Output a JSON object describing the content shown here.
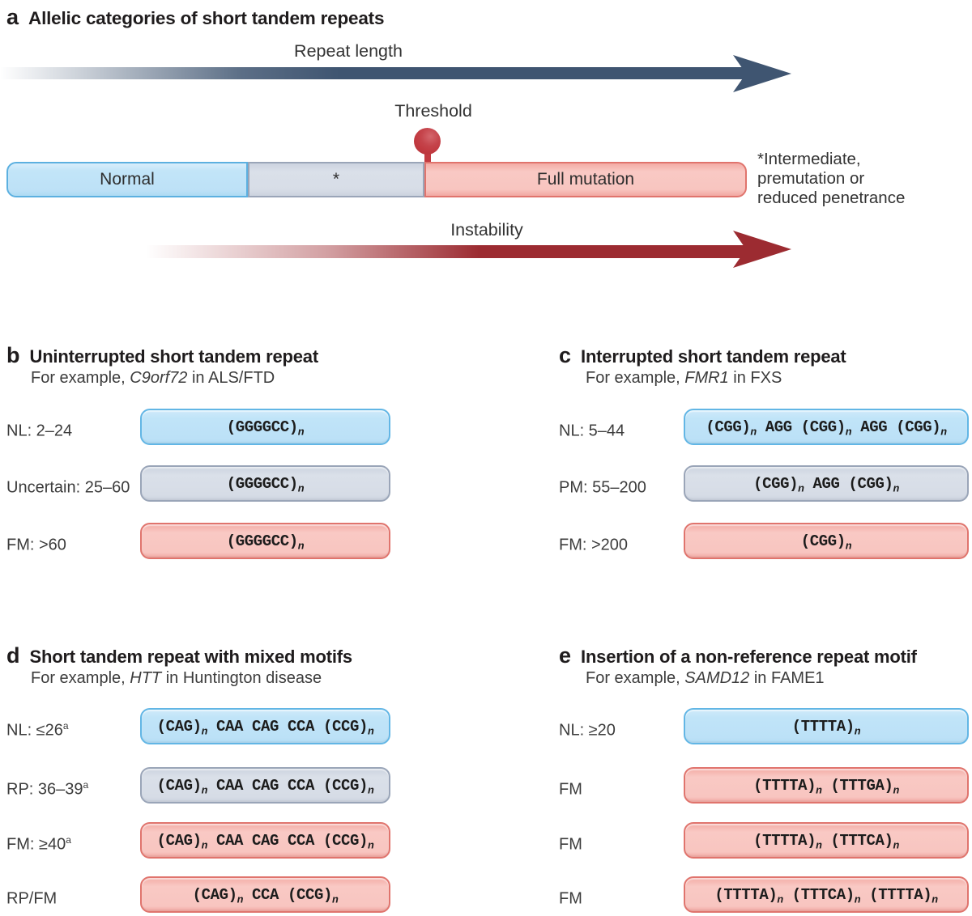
{
  "panel_a": {
    "letter": "a",
    "title": "Allelic categories of short tandem repeats",
    "repeat_length_label": "Repeat length",
    "threshold_label": "Threshold",
    "instability_label": "Instability",
    "bar": {
      "normal_label": "Normal",
      "uncertain_label": "*",
      "full_mutation_label": "Full mutation"
    },
    "note_lines": [
      "*Intermediate,",
      "premutation or",
      "reduced penetrance"
    ],
    "colors": {
      "repeat_length_arrow": "#3f5571",
      "instability_arrow": "#9c2b31",
      "threshold_pin": "#c23a41",
      "normal_fill": "#c0e4f8",
      "normal_border": "#5cb0e0",
      "uncertain_fill": "#d7dde7",
      "uncertain_border": "#9aa5b8",
      "full_mutation_fill": "#f8c5c0",
      "full_mutation_border": "#e0746d"
    }
  },
  "panels": [
    {
      "letter": "b",
      "title": "Uninterrupted short tandem repeat",
      "example": {
        "prefix": "For example, ",
        "gene": "C9orf72",
        "suffix": " in ALS/FTD"
      },
      "rows": [
        {
          "label": "NL: 2–24",
          "sup": "",
          "motif": "(GGGGCC)_n",
          "color": "blue"
        },
        {
          "label": "Uncertain: 25–60",
          "sup": "",
          "motif": "(GGGGCC)_n",
          "color": "gray"
        },
        {
          "label": "FM: >60",
          "sup": "",
          "motif": "(GGGGCC)_n",
          "color": "red"
        }
      ]
    },
    {
      "letter": "c",
      "title": "Interrupted short tandem repeat",
      "example": {
        "prefix": "For example, ",
        "gene": "FMR1",
        "suffix": " in FXS"
      },
      "rows": [
        {
          "label": "NL: 5–44",
          "sup": "",
          "motif": "(CGG)_n AGG (CGG)_n AGG (CGG)_n",
          "color": "blue"
        },
        {
          "label": "PM: 55–200",
          "sup": "",
          "motif": "(CGG)_n AGG (CGG)_n",
          "color": "gray"
        },
        {
          "label": "FM: >200",
          "sup": "",
          "motif": "(CGG)_n",
          "color": "red"
        }
      ]
    },
    {
      "letter": "d",
      "title": "Short tandem repeat with mixed motifs",
      "example": {
        "prefix": "For example, ",
        "gene": "HTT",
        "suffix": " in Huntington disease"
      },
      "rows": [
        {
          "label": "NL: ≤26",
          "sup": "a",
          "motif": "(CAG)_n CAA CAG CCA (CCG)_n",
          "color": "blue"
        },
        {
          "label": "RP: 36–39",
          "sup": "a",
          "motif": "(CAG)_n CAA CAG CCA (CCG)_n",
          "color": "gray"
        },
        {
          "label": "FM: ≥40",
          "sup": "a",
          "motif": "(CAG)_n CAA CAG CCA (CCG)_n",
          "color": "red"
        },
        {
          "label": "RP/FM",
          "sup": "",
          "motif": "(CAG)_n CCA (CCG)_n",
          "color": "red"
        }
      ]
    },
    {
      "letter": "e",
      "title": "Insertion of a non-reference repeat motif",
      "example": {
        "prefix": "For example, ",
        "gene": "SAMD12",
        "suffix": " in FAME1"
      },
      "rows": [
        {
          "label": "NL: ≥20",
          "sup": "",
          "motif": "(TTTTA)_n",
          "color": "blue"
        },
        {
          "label": "FM",
          "sup": "",
          "motif": "(TTTTA)_n (TTTGA)_n",
          "color": "red"
        },
        {
          "label": "FM",
          "sup": "",
          "motif": "(TTTTA)_n (TTTCA)_n",
          "color": "red"
        },
        {
          "label": "FM",
          "sup": "",
          "motif": "(TTTTA)_n (TTTCA)_n (TTTTA)_n",
          "color": "red"
        }
      ]
    }
  ]
}
